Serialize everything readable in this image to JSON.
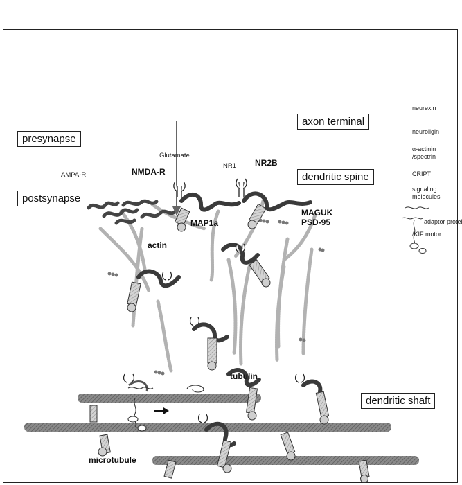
{
  "regions": {
    "presynapse": "presynapse",
    "postsynapse": "postsynapse",
    "axon_terminal": "axon terminal",
    "dendritic_spine": "dendritic spine",
    "dendritic_shaft": "dendritic shaft"
  },
  "labels": {
    "glutamate": "Glutamate",
    "ampa_r": "AMPA-R",
    "nmda_r": "NMDA-R",
    "nr1": "NR1",
    "nr2b": "NR2B",
    "map1a": "MAP1a",
    "maguk": "MAGUK",
    "psd95": "PSD-95",
    "actin": "actin",
    "tubulin": "tubulin",
    "microtubule": "microtubule"
  },
  "legend": {
    "neurexin": "neurexin",
    "neuroligin": "neuroligin",
    "actinin_line1": "α-actinin",
    "actinin_line2": "/spectrin",
    "cript": "CRIPT",
    "signaling_line1": "signaling",
    "signaling_line2": "molecules",
    "adaptor_line1": "adaptor protein",
    "adaptor_line2": "/KIF motor"
  },
  "colors": {
    "maguk": "#3a3a3a",
    "actin": "#a8a8a8",
    "microtubule": "#6f6f6f",
    "cylinder": "#bdbdbd"
  }
}
